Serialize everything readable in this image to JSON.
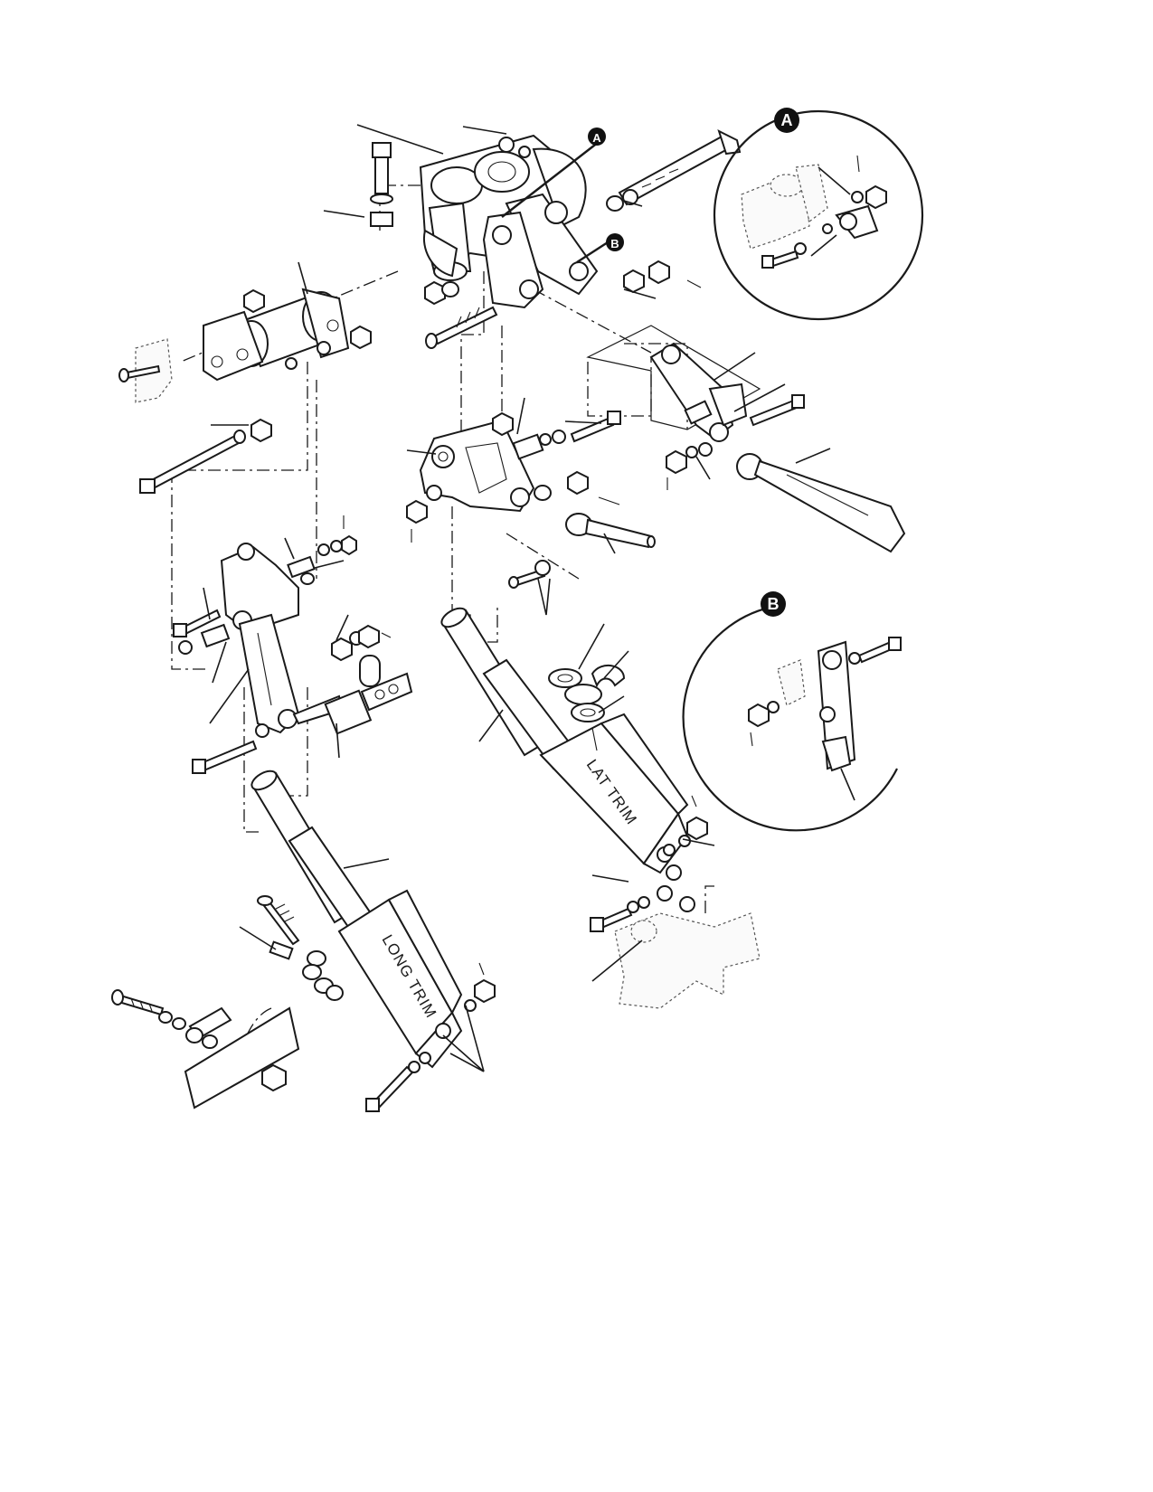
{
  "detail_views": [
    {
      "id": "A",
      "label": "A"
    },
    {
      "id": "B",
      "label": "B"
    }
  ],
  "callout_refs": [
    {
      "id": "ref-a",
      "label": "A"
    },
    {
      "id": "ref-b",
      "label": "B"
    }
  ],
  "actuators": [
    {
      "id": "long",
      "label": "LONG TRIM"
    },
    {
      "id": "lat",
      "label": "LAT TRIM"
    }
  ]
}
